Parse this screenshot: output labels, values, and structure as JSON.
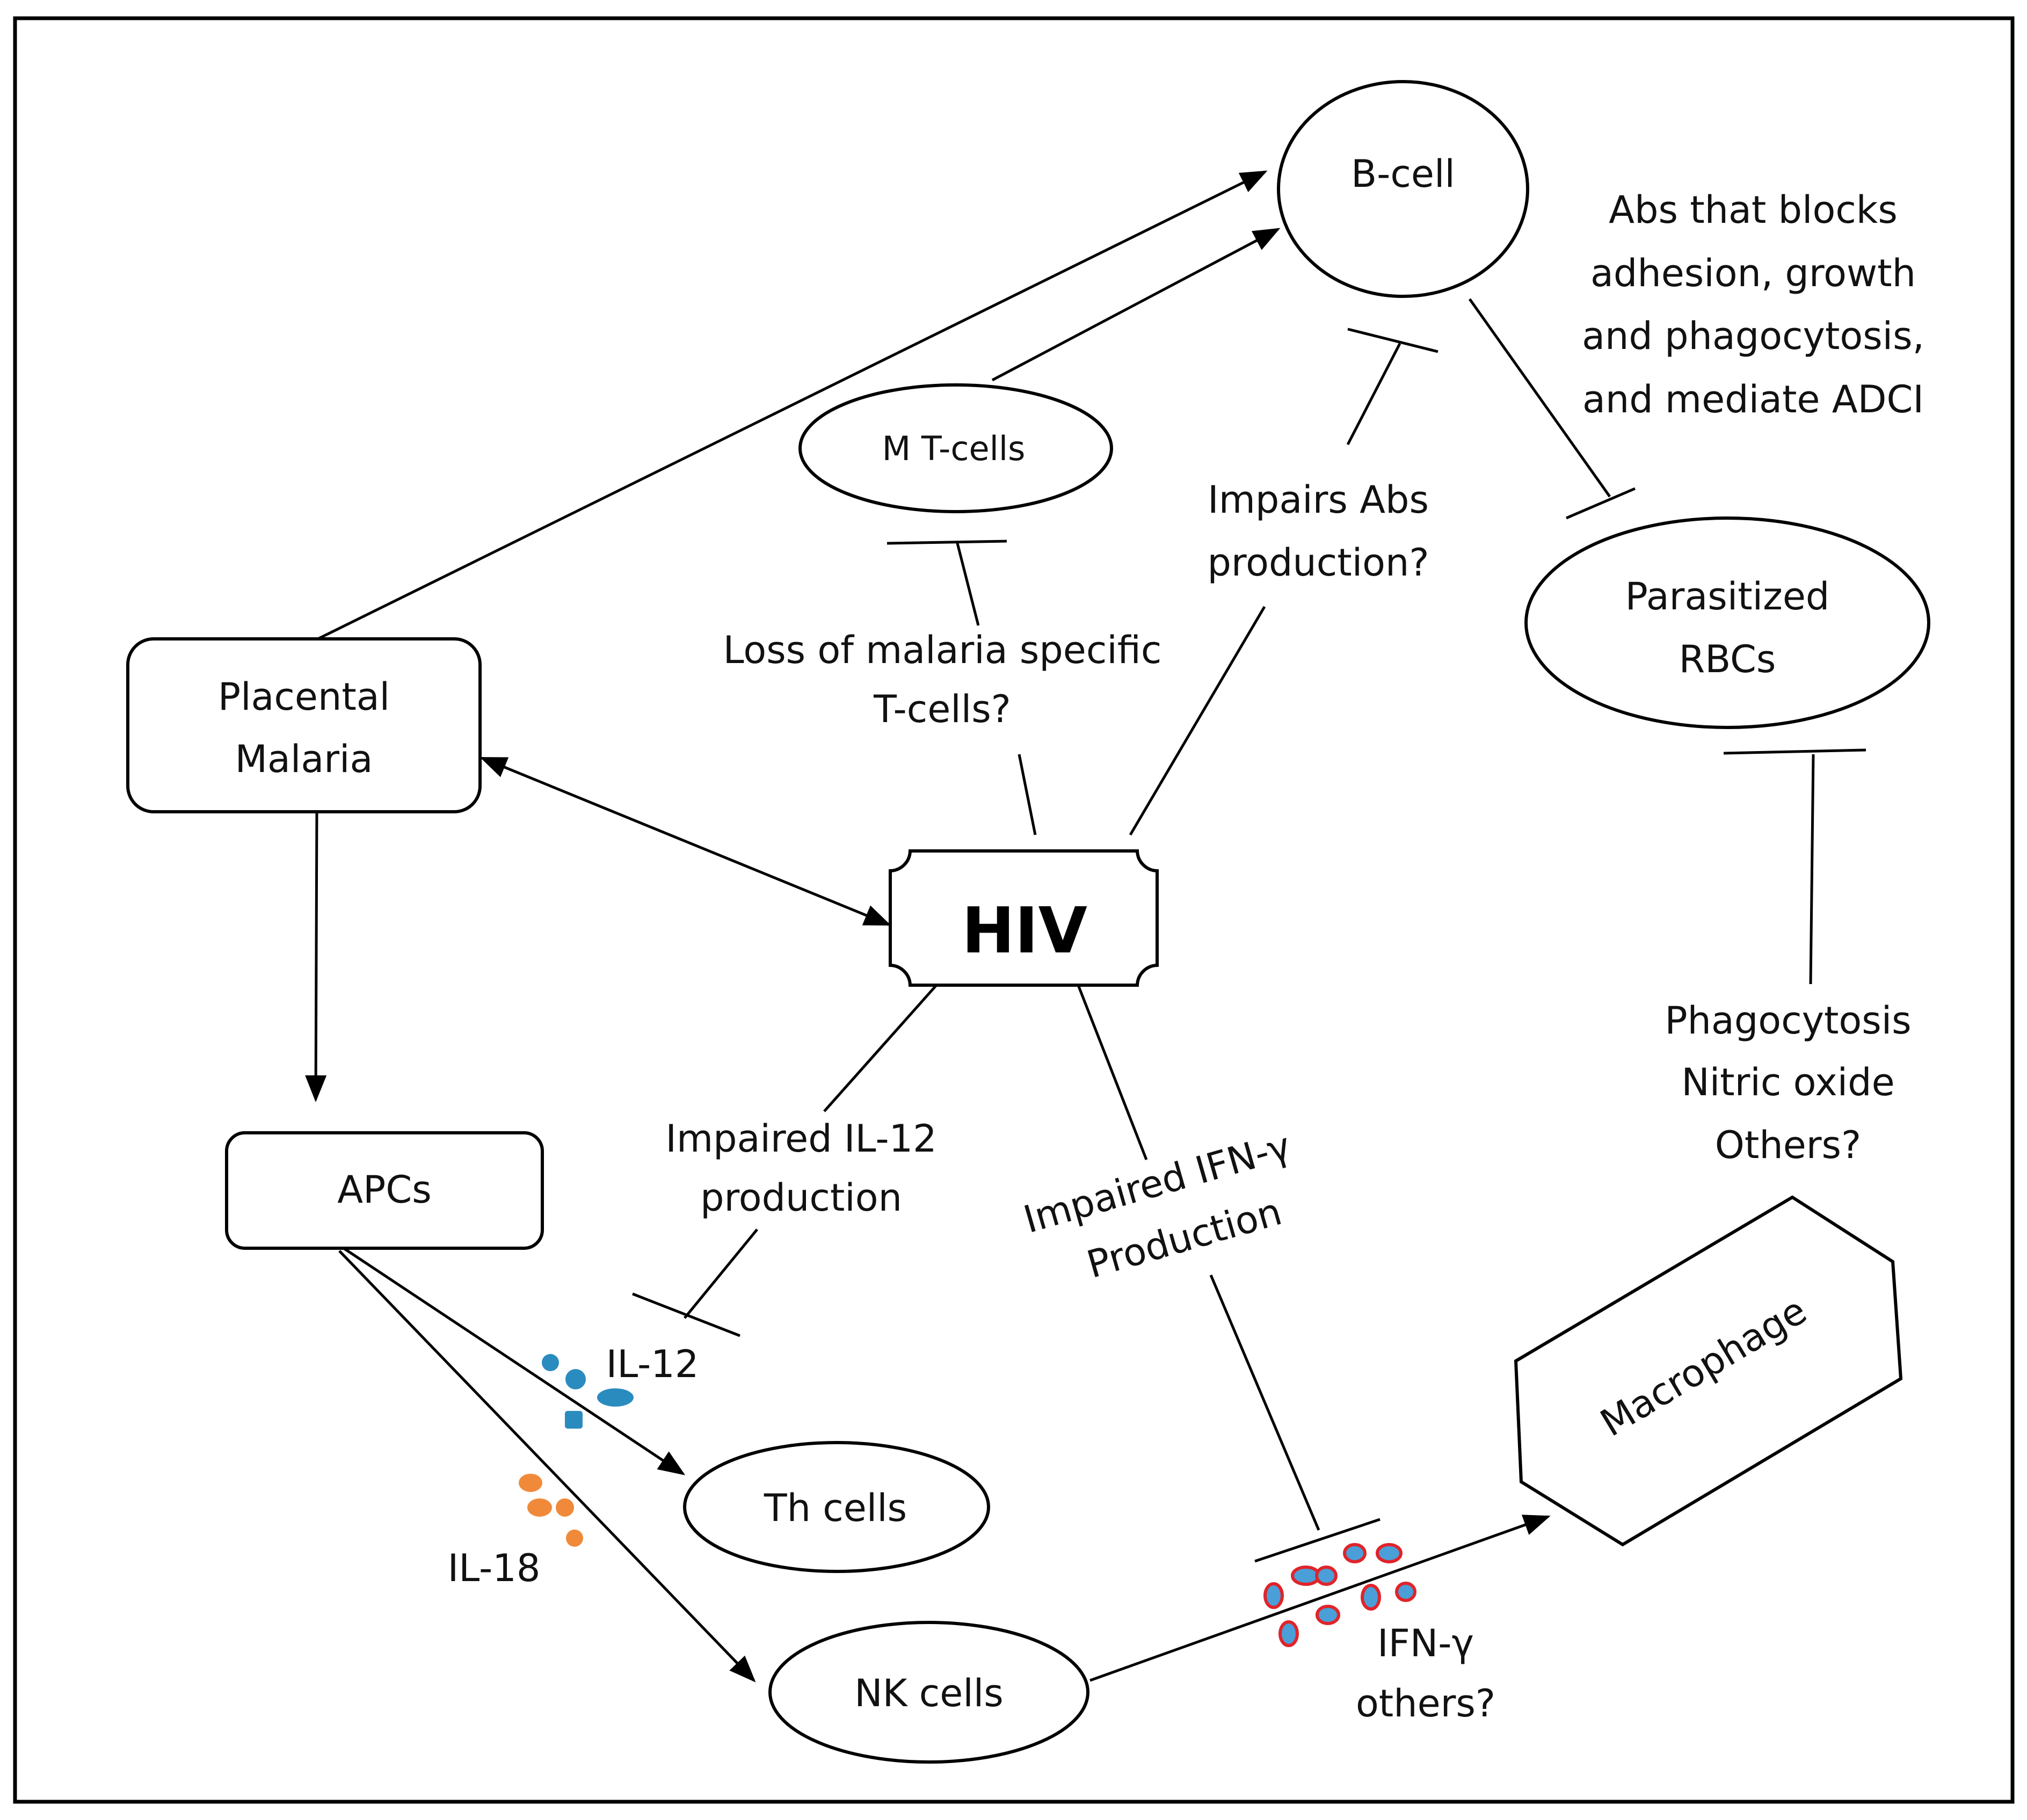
{
  "nodes": {
    "b_cell": "B-cell",
    "m_t_cells": "M T-cells",
    "placental_malaria": [
      "Placental",
      "Malaria"
    ],
    "hiv": "HIV",
    "parasitized_rbcs": [
      "Parasitized",
      "RBCs"
    ],
    "apcs": "APCs",
    "th_cells": "Th cells",
    "nk_cells": "NK cells",
    "macrophage": "Macrophage"
  },
  "annotations": {
    "abs_block": [
      "Abs that blocks",
      "adhesion, growth",
      "and phagocytosis,",
      "and mediate ADCI"
    ],
    "impairs_abs": [
      "Impairs Abs",
      "production?"
    ],
    "loss_t_cells": [
      "Loss of malaria specific",
      "T-cells?"
    ],
    "impaired_il12": [
      "Impaired IL-12",
      "production"
    ],
    "impaired_ifn": [
      "Impaired IFN-γ",
      "Production"
    ],
    "phagocytosis": [
      "Phagocytosis",
      "Nitric oxide",
      "Others?"
    ],
    "il12": "IL-12",
    "il18": "IL-18",
    "ifn_others": [
      "IFN-γ",
      "others?"
    ]
  },
  "colors": {
    "il12_particles": "#2a8bbf",
    "il18_particles": "#f08a3a",
    "ifn_fill": "#4a9fd8",
    "ifn_stroke": "#e0242a"
  }
}
